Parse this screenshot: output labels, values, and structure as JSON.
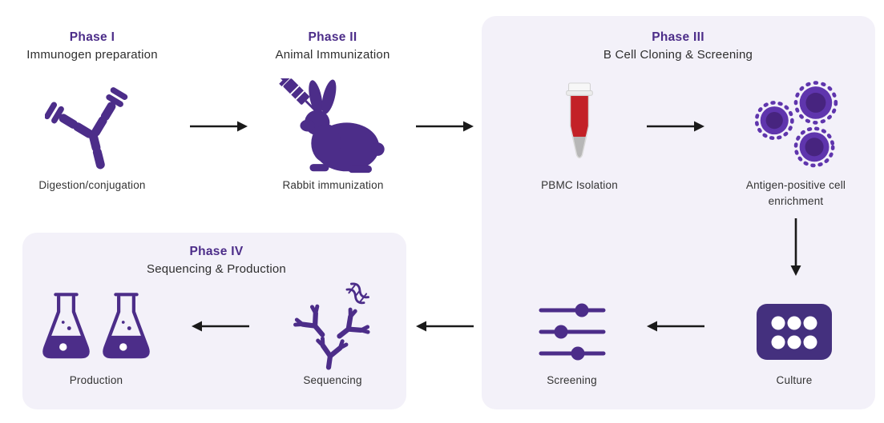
{
  "colors": {
    "purple": "#4c2d89",
    "cell_purple": "#5f35ad",
    "cell_core_purple": "#47247f",
    "plate_purple": "#44307e",
    "panel_bg": "#f3f1f9",
    "text_dark": "#2e2e2e",
    "blood_red": "#c32127",
    "arrow_black": "#1a1a1a"
  },
  "phase1": {
    "title": "Phase I",
    "subtitle": "Immunogen preparation",
    "step_label": "Digestion/conjugation",
    "icon": "antibody-icon"
  },
  "phase2": {
    "title": "Phase II",
    "subtitle": "Animal Immunization",
    "step_label": "Rabbit immunization",
    "icon": "rabbit-syringe-icon"
  },
  "phase3": {
    "title": "Phase III",
    "subtitle": "B Cell Cloning & Screening",
    "steps": [
      {
        "label": "PBMC Isolation",
        "icon": "blood-tube-icon"
      },
      {
        "label": "Antigen-positive cell enrichment",
        "icon": "b-cells-icon"
      },
      {
        "label": "Culture",
        "icon": "culture-plate-icon"
      },
      {
        "label": "Screening",
        "icon": "sliders-icon"
      }
    ]
  },
  "phase4": {
    "title": "Phase IV",
    "subtitle": "Sequencing & Production",
    "steps": [
      {
        "label": "Sequencing",
        "icon": "antibody-dna-icon"
      },
      {
        "label": "Production",
        "icon": "flasks-icon"
      }
    ]
  },
  "arrows": [
    {
      "name": "phase1-to-phase2",
      "direction": "right"
    },
    {
      "name": "phase2-to-phase3",
      "direction": "right"
    },
    {
      "name": "pbmc-to-enrichment",
      "direction": "right"
    },
    {
      "name": "enrichment-to-culture",
      "direction": "down"
    },
    {
      "name": "culture-to-screening",
      "direction": "left"
    },
    {
      "name": "screening-to-sequencing",
      "direction": "left"
    },
    {
      "name": "sequencing-to-production",
      "direction": "left"
    }
  ]
}
